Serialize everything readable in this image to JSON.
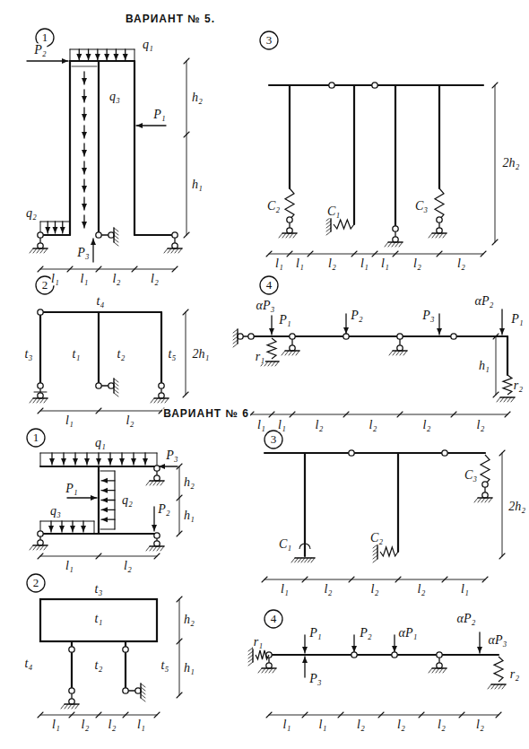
{
  "diagram": {
    "labels": [
      "ВАРИАНТ № 5.",
      "1",
      "q₁",
      "P₂",
      "q₃",
      "P₁",
      "h₂",
      "h₁",
      "q₂",
      "P₃",
      "l₁",
      "l₁",
      "l₂",
      "l₂",
      "2",
      "t₄",
      "t₃",
      "t₁",
      "t₂",
      "t₅",
      "2h₁",
      "l₁",
      "l₂",
      "3",
      "2h₂",
      "C₂",
      "C₁",
      "C₃",
      "l₁",
      "l₁",
      "l₂",
      "l₁",
      "l₁",
      "l₂",
      "l₂",
      "4",
      "αP₃",
      "P₁",
      "P₂",
      "P₃",
      "αP₂",
      "P₁",
      "r₁",
      "h₁",
      "r₂",
      "l₁",
      "l₁",
      "l₂",
      "l₂",
      "l₂",
      "l₂",
      "ВАРИАНТ № 6",
      "1",
      "q₁",
      "P₃",
      "h₂",
      "P₁",
      "q₂",
      "h₁",
      "q₃",
      "P₂",
      "l₁",
      "l₂",
      "2",
      "t₃",
      "t₁",
      "h₂",
      "t₄",
      "t₂",
      "t₅",
      "h₁",
      "l₁",
      "l₂",
      "l₂",
      "l₁",
      "3",
      "C₃",
      "2h₂",
      "C₁",
      "C₂",
      "l₁",
      "l₂",
      "l₂",
      "l₂",
      "l₁",
      "4",
      "r₁",
      "P₁",
      "P₃",
      "P₂",
      "αP₁",
      "αP₂",
      "αP₃",
      "r₂",
      "l₁",
      "l₁",
      "l₂",
      "l₂",
      "l₂",
      "l₂"
    ]
  }
}
